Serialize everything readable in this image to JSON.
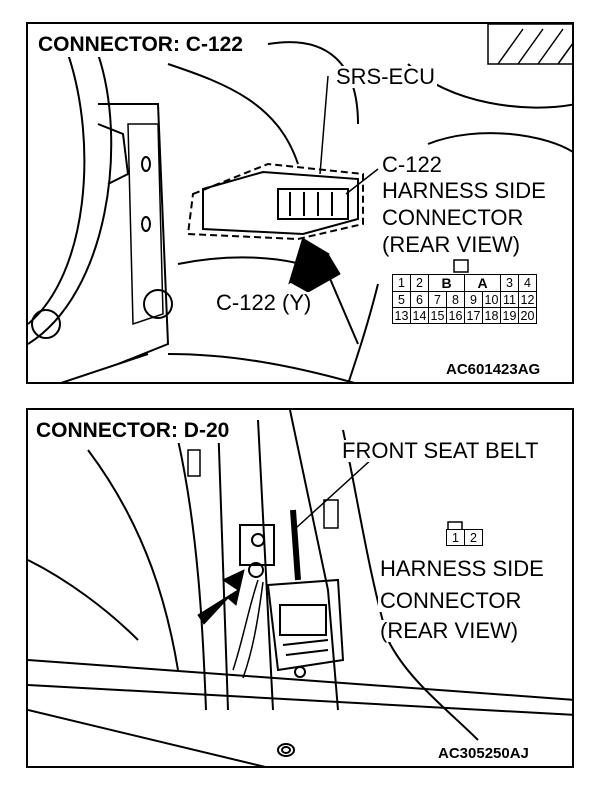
{
  "top": {
    "title": "CONNECTOR: C-122",
    "labels": {
      "srs_ecu": "SRS-ECU",
      "connector_id": "C-122",
      "harness_side": "HARNESS SIDE",
      "connector": "CONNECTOR",
      "rear_view": "(REAR VIEW)",
      "connector_color": "C-122 (Y)"
    },
    "pins_row1": [
      "1",
      "2",
      "B",
      "A",
      "3",
      "4"
    ],
    "pins_row2": [
      "5",
      "6",
      "7",
      "8",
      "9",
      "10",
      "11",
      "12"
    ],
    "pins_row3": [
      "13",
      "14",
      "15",
      "16",
      "17",
      "18",
      "19",
      "20"
    ],
    "code": "AC601423AG"
  },
  "bottom": {
    "title": "CONNECTOR: D-20",
    "labels": {
      "front_seat_belt": "FRONT SEAT BELT",
      "harness_side": "HARNESS SIDE",
      "connector": "CONNECTOR",
      "rear_view": "(REAR VIEW)"
    },
    "pins": [
      "1",
      "2"
    ],
    "code": "AC305250AJ"
  }
}
